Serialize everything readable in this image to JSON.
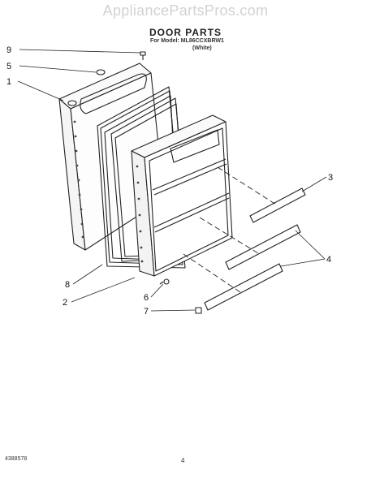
{
  "watermark": "AppliancePartsPros.com",
  "title": "DOOR PARTS",
  "subtitle_model": "For Model: ML86CCXBRW1",
  "subtitle_color": "(White)",
  "callouts": [
    "9",
    "5",
    "1",
    "3",
    "4",
    "8",
    "2",
    "6",
    "7"
  ],
  "footer_code": "4388578",
  "page_number": "4"
}
